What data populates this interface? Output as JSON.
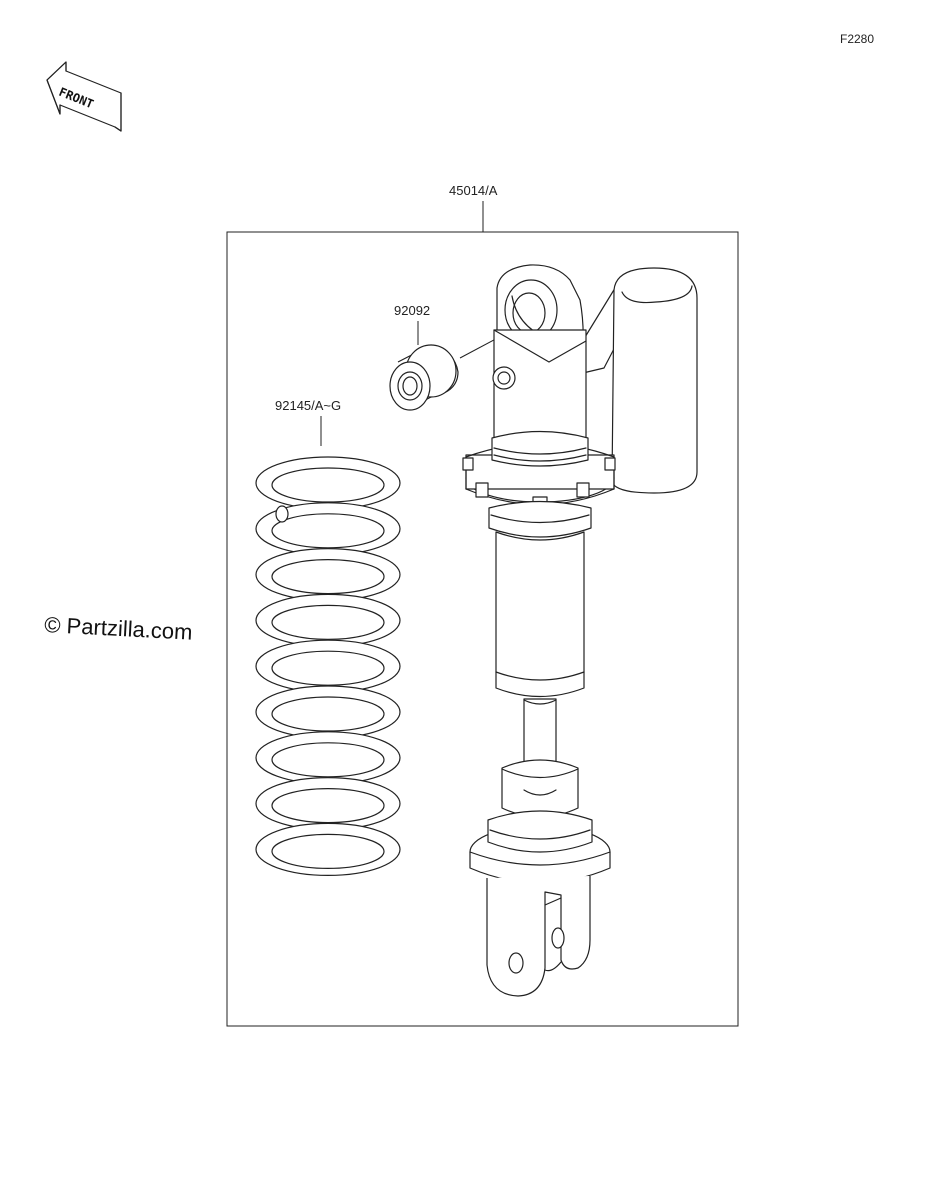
{
  "figure_code": "F2280",
  "front_label": "FRONT",
  "watermark": "© Partzilla.com",
  "parts": {
    "assembly": "45014/A",
    "bushing": "92092",
    "spring": "92145/A~G"
  }
}
